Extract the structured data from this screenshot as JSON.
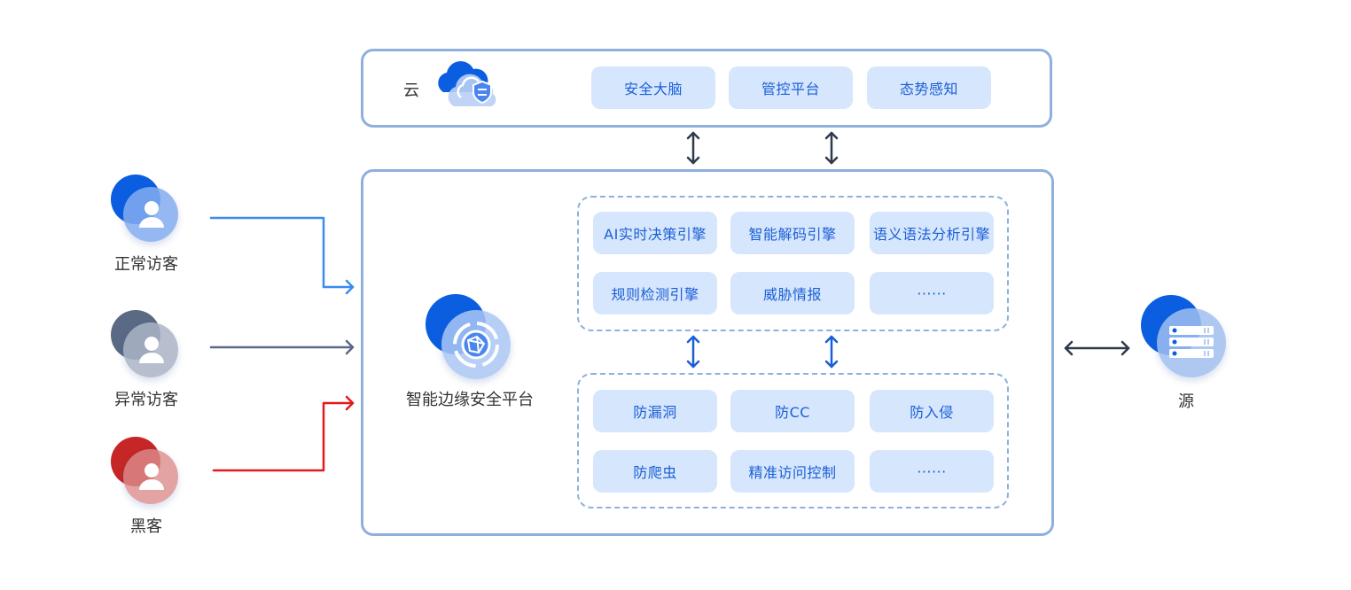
{
  "cloud": {
    "title": "云",
    "icon": "cloud-shield-icon",
    "modules": [
      "安全大脑",
      "管控平台",
      "态势感知"
    ]
  },
  "visitors": [
    {
      "label": "正常访客",
      "icon": "user-icon",
      "color": "#3b8cf0"
    },
    {
      "label": "异常访客",
      "icon": "user-icon",
      "color": "#5a6a85"
    },
    {
      "label": "黑客",
      "icon": "user-icon",
      "color": "#e01b1b"
    }
  ],
  "platform": {
    "title": "智能边缘安全平台",
    "icon": "globe-network-icon",
    "engines": [
      "AI实时决策引擎",
      "智能解码引擎",
      "语义语法分析引擎",
      "规则检测引擎",
      "威胁情报",
      "······"
    ],
    "protections": [
      "防漏洞",
      "防CC",
      "防入侵",
      "防爬虫",
      "精准访问控制",
      "······"
    ]
  },
  "origin": {
    "label": "源",
    "icon": "server-icon"
  },
  "colors": {
    "accent": "#1a5fd6",
    "chip_bg": "#d6e6fd",
    "border": "#8fb0dc",
    "arrow_dark": "#2f3a4c"
  }
}
